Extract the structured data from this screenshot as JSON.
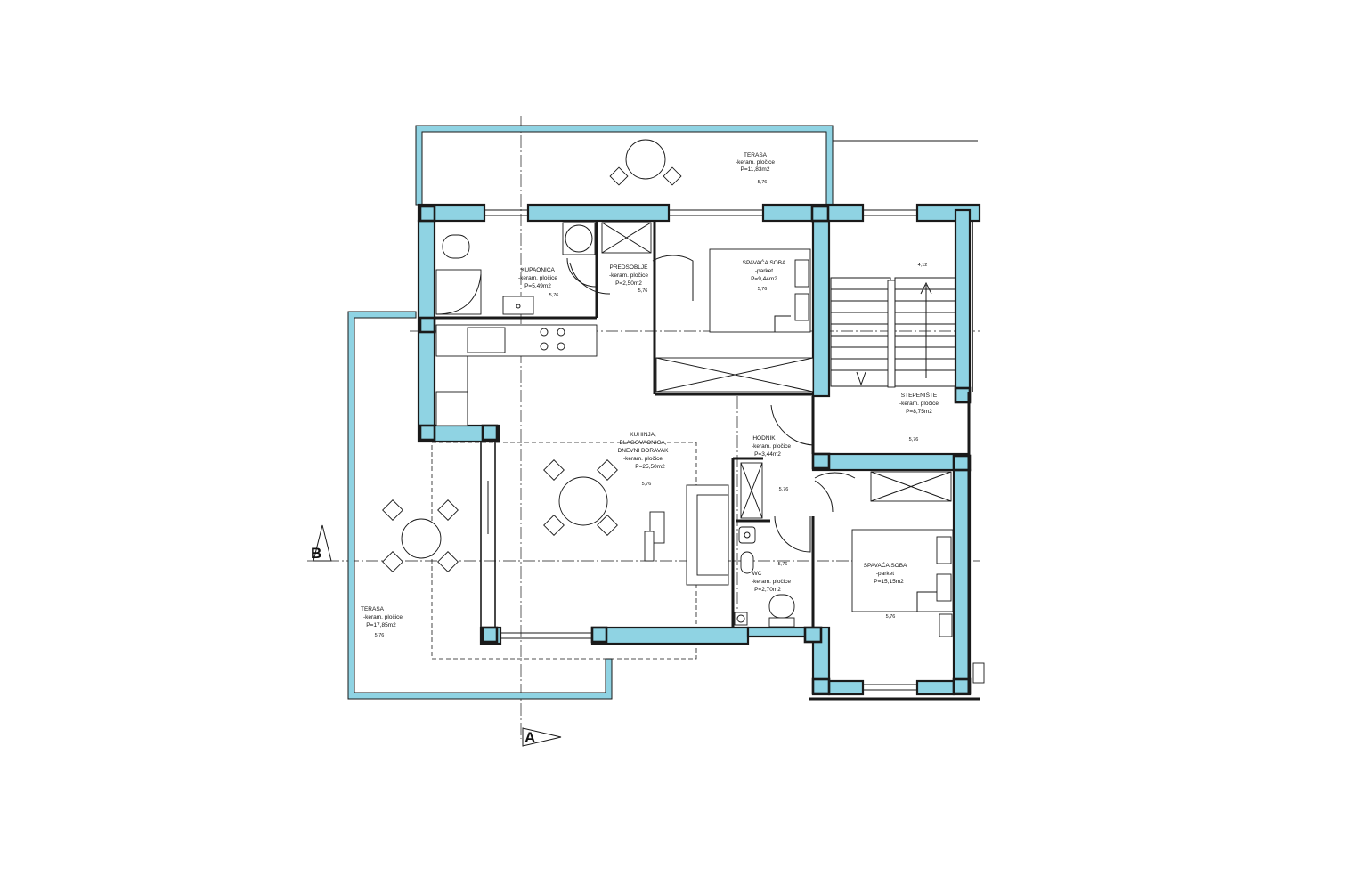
{
  "rooms": {
    "terasa_top": {
      "name": "TERASA",
      "finish": "-keram. pločice",
      "area": "P=11,83m2",
      "height": "5,76"
    },
    "kupaonica": {
      "name": "KUPAONICA",
      "finish": "-keram. pločice",
      "area": "P=5,49m2",
      "height": "5,76"
    },
    "predsoblje": {
      "name": "PREDSOBLJE",
      "finish": "-keram. pločice",
      "area": "P=2,50m2",
      "height": "5,76"
    },
    "spavaca_1": {
      "name": "SPAVAĆA SOBA",
      "finish": "-parket",
      "area": "P=9,44m2",
      "height": "5,76"
    },
    "stepeniste": {
      "name": "STEPENIŠTE",
      "finish": "-keram. pločice",
      "area": "P=8,75m2",
      "height": "5,76",
      "stair_value": "4,12"
    },
    "kuhinja": {
      "line1": "KUHINJA,",
      "line2": "BLAGOVAONICA,",
      "line3": "DNEVNI BORAVAK",
      "finish": "-keram. pločice",
      "area": "P=25,50m2",
      "height": "5,76"
    },
    "hodnik": {
      "name": "HODNIK",
      "finish": "-keram. pločice",
      "area": "P=3,44m2",
      "height": "5,76"
    },
    "wc": {
      "name": "WC",
      "finish": "-keram. pločice",
      "area": "P=2,70m2",
      "height": "5,76"
    },
    "spavaca_2": {
      "name": "SPAVAĆA SOBA",
      "finish": "-parket",
      "area": "P=15,15m2",
      "height": "5,76"
    },
    "terasa_left": {
      "name": "TERASA",
      "finish": "-keram. pločice",
      "area": "P=17,85m2",
      "height": "5,76"
    }
  },
  "section_marks": {
    "b": "B",
    "a": "A"
  },
  "colors": {
    "wall_fill": "#8fd3e3",
    "line": "#1a1a1a",
    "background": "#ffffff"
  }
}
